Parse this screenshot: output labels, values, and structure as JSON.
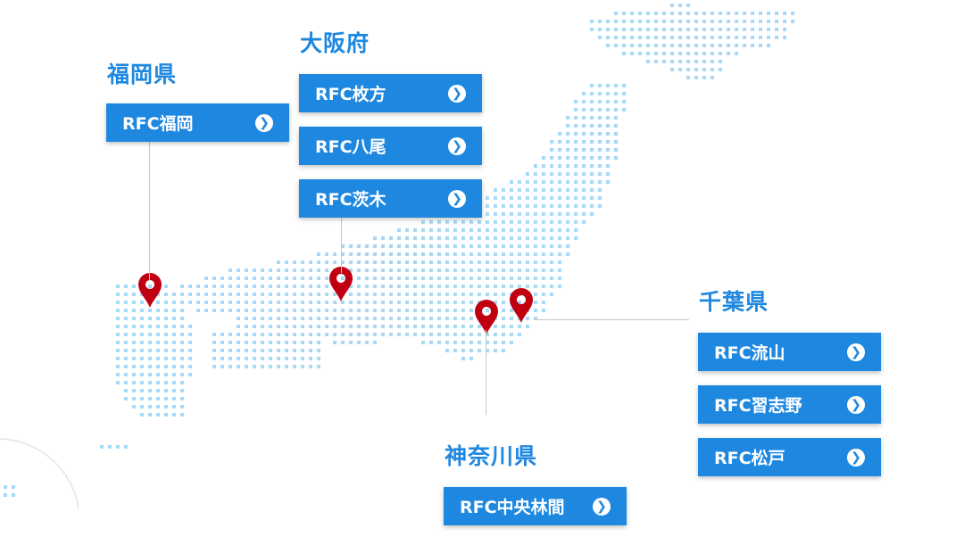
{
  "colors": {
    "accent": "#1e88e0",
    "pin": "#c00010",
    "dots": "#a6d8f7"
  },
  "regions": [
    {
      "name": "福岡県",
      "offices": [
        {
          "label": "RFC福岡",
          "icon": "chevron-right-circle-icon"
        }
      ]
    },
    {
      "name": "大阪府",
      "offices": [
        {
          "label": "RFC枚方",
          "icon": "chevron-right-circle-icon"
        },
        {
          "label": "RFC八尾",
          "icon": "chevron-right-circle-icon"
        },
        {
          "label": "RFC茨木",
          "icon": "chevron-right-circle-icon"
        }
      ]
    },
    {
      "name": "千葉県",
      "offices": [
        {
          "label": "RFC流山",
          "icon": "chevron-right-circle-icon"
        },
        {
          "label": "RFC習志野",
          "icon": "chevron-right-circle-icon"
        },
        {
          "label": "RFC松戸",
          "icon": "chevron-right-circle-icon"
        }
      ]
    },
    {
      "name": "神奈川県",
      "offices": [
        {
          "label": "RFC中央林間",
          "icon": "chevron-right-circle-icon"
        }
      ]
    }
  ]
}
